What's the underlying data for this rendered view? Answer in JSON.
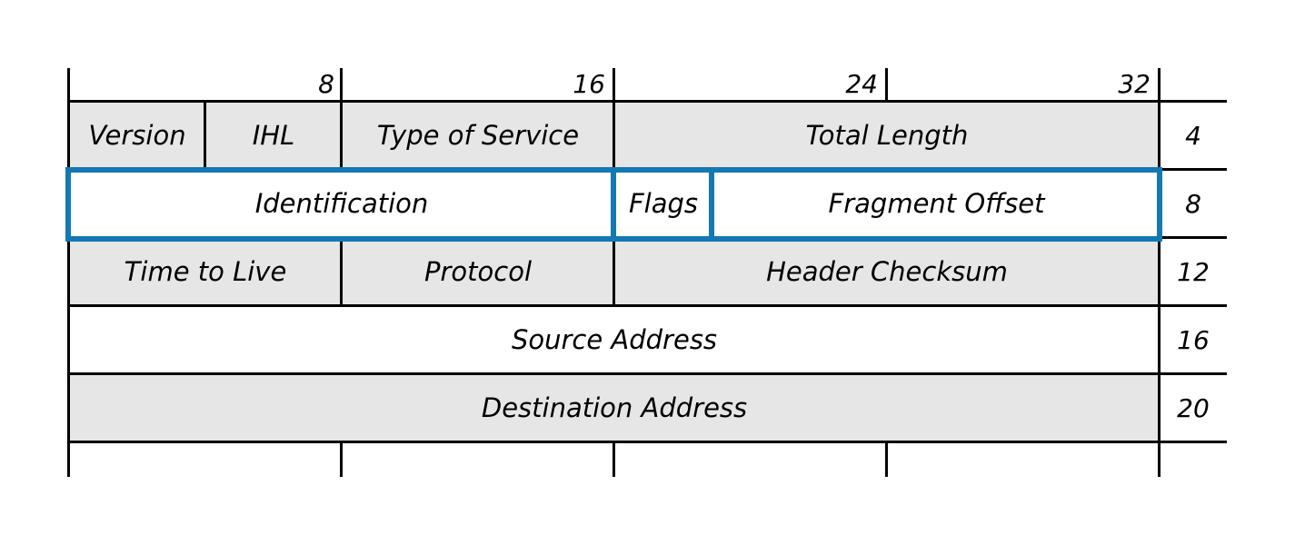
{
  "colors": {
    "shaded": "#e6e6e6",
    "highlight": "#1478b4",
    "line": "#000000"
  },
  "bit_markers": [
    "8",
    "16",
    "24",
    "32"
  ],
  "rows": [
    {
      "offset": "4",
      "fields": [
        {
          "label": "Version"
        },
        {
          "label": "IHL"
        },
        {
          "label": "Type of Service"
        },
        {
          "label": "Total Length"
        }
      ]
    },
    {
      "offset": "8",
      "fields": [
        {
          "label": "Identification"
        },
        {
          "label": "Flags"
        },
        {
          "label": "Fragment Offset"
        }
      ]
    },
    {
      "offset": "12",
      "fields": [
        {
          "label": "Time to Live"
        },
        {
          "label": "Protocol"
        },
        {
          "label": "Header Checksum"
        }
      ]
    },
    {
      "offset": "16",
      "fields": [
        {
          "label": "Source Address"
        }
      ]
    },
    {
      "offset": "20",
      "fields": [
        {
          "label": "Destination Address"
        }
      ]
    }
  ]
}
